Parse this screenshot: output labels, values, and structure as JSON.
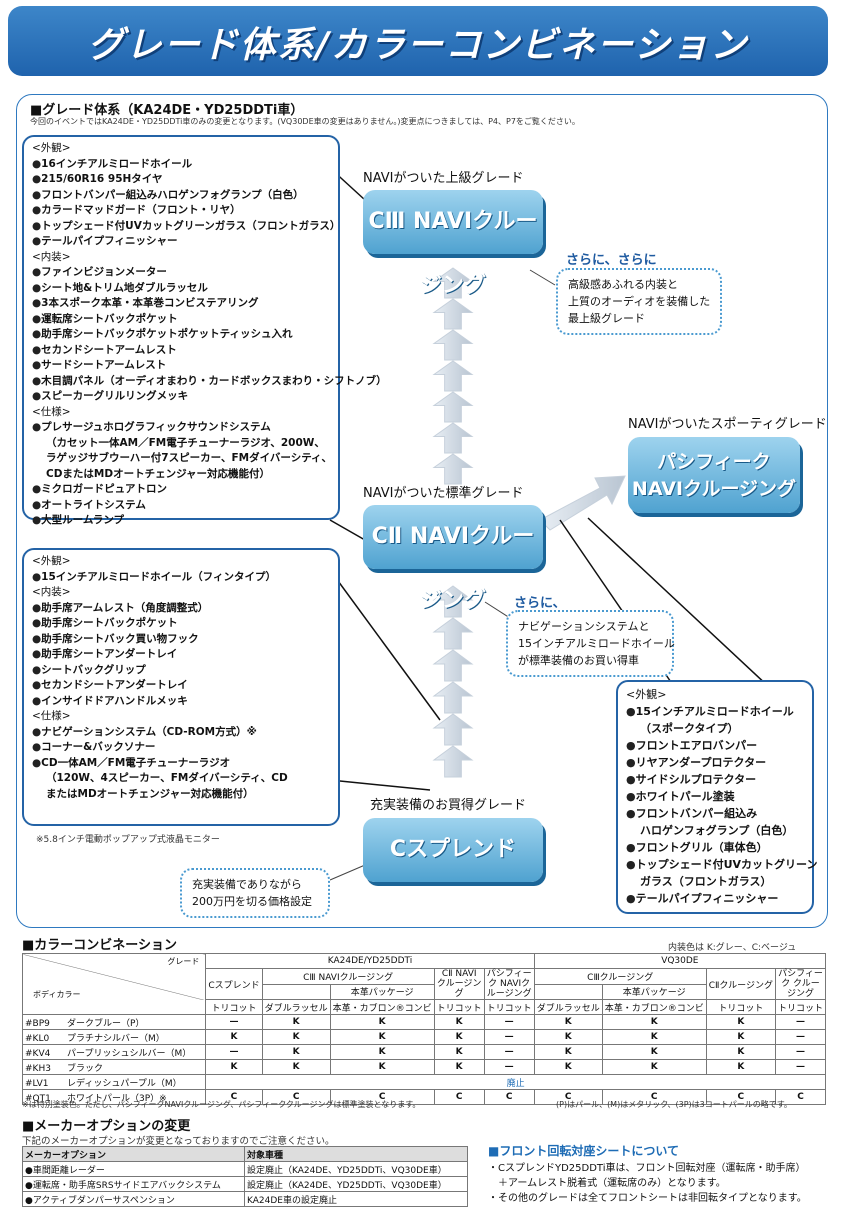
{
  "page_title": "グレード体系/カラーコンビネーション",
  "grade_section": {
    "heading": "■グレード体系（KA24DE・YD25DDTi車）",
    "note": "今回のイベントではKA24DE・YD25DDTi車のみの変更となります。(VQ30DE車の変更はありません。)変更点につきましては、P4、P7をご覧ください。"
  },
  "top_box": [
    "<外観>",
    "16インチアルミロードホイール",
    "215/60R16 95Hタイヤ",
    "フロントバンパー組込みハロゲンフォグランプ（白色）",
    "カラードマッドガード（フロント・リヤ）",
    "トップシェード付UVカットグリーンガラス（フロントガラス）",
    "テールパイプフィニッシャー",
    "<内装>",
    "ファインビジョンメーター",
    "シート地&トリム地ダブルラッセル",
    "3本スポーク本革・本革巻コンビステアリング",
    "運転席シートバックポケット",
    "助手席シートバックポケットポケットティッシュ入れ",
    "セカンドシートアームレスト",
    "サードシートアームレスト",
    "木目調パネル（オーディオまわり・カードボックスまわり・シフトノブ）",
    "スピーカーグリルリングメッキ",
    "<仕様>",
    "プレサージュホログラフィックサウンドシステム",
    "（カセット一体AM／FM電子チューナーラジオ、200W、",
    "ラゲッジサブウーハー付7スピーカー、FMダイバーシティ、",
    "CDまたはMDオートチェンジャー対応機能付）",
    "ミクロガードピュアトロン",
    "オートライトシステム",
    "大型ルームランプ"
  ],
  "mid_box": [
    "<外観>",
    "15インチアルミロードホイール（フィンタイプ）",
    "<内装>",
    "助手席アームレスト（角度調整式）",
    "助手席シートバックポケット",
    "助手席シートバック買い物フック",
    "助手席シートアンダートレイ",
    "シートバックグリップ",
    "セカンドシートアンダートレイ",
    "インサイドドアハンドルメッキ",
    "<仕様>",
    "ナビゲーションシステム（CD-ROM方式）※",
    "コーナー&バックソナー",
    "CD一体AM／FM電子チューナーラジオ",
    "（120W、4スピーカー、FMダイバーシティ、CD",
    "またはMDオートチェンジャー対応機能付）"
  ],
  "mid_box_note": "※5.8インチ電動ポップアップ式液晶モニター",
  "right_box": [
    "<外観>",
    "15インチアルミロードホイール",
    "（スポークタイプ）",
    "フロントエアロバンパー",
    "リヤアンダープロテクター",
    "サイドシルプロテクター",
    "ホワイトパール塗装",
    "フロントバンパー組込み",
    "ハロゲンフォグランプ（白色）",
    "フロントグリル（車体色）",
    "トップシェード付UVカットグリーン",
    "ガラス（フロントガラス）",
    "テールパイプフィニッシャー"
  ],
  "grades": {
    "top": {
      "label": "NAVIがついた上級グレード",
      "name": "CⅢ NAVIクルージング"
    },
    "std": {
      "label": "NAVIがついた標準グレード",
      "name": "CⅡ NAVIクルージング"
    },
    "sporty": {
      "label": "NAVIがついたスポーティグレード",
      "name1": "パシフィーク",
      "name2": "NAVIクルージング"
    },
    "base": {
      "label": "充実装備のお買得グレード",
      "name": "Cスプレンド"
    }
  },
  "bubbles": {
    "top": {
      "title": "さらに、さらに",
      "lines": [
        "高級感あふれる内装と",
        "上質のオーディオを装備した",
        "最上級グレード"
      ]
    },
    "std": {
      "title": "さらに、",
      "lines": [
        "ナビゲーションシステムと",
        "15インチアルミロードホイール",
        "が標準装備のお買い得車"
      ]
    },
    "base": {
      "lines": [
        "充実装備でありながら",
        "200万円を切る価格設定"
      ]
    }
  },
  "color_section": {
    "heading": "■カラーコンビネーション",
    "legend": "内装色は K:グレー、C:ベージュ",
    "grade_hdr": "グレード",
    "body_hdr": "ボディカラー",
    "engines": [
      "KA24DE/YD25DDTi",
      "VQ30DE"
    ],
    "models": [
      "Cスプレンド",
      "CⅢ NAVIクルージング",
      "CⅡ NAVI クルージング",
      "パシフィーク NAVIクルージング",
      "CⅢクルージング",
      "CⅡクルージング",
      "パシフィーク クルージング"
    ],
    "pkg": "本革パッケージ",
    "trims": [
      "トリコット",
      "ダブルラッセル",
      "本革・カブロン®コンビ",
      "トリコット",
      "トリコット",
      "ダブルラッセル",
      "本革・カブロン®コンビ",
      "トリコット",
      "トリコット"
    ],
    "rows": [
      {
        "code": "#BP9",
        "name": "ダークブルー（P）",
        "v": [
          "—",
          "K",
          "K",
          "K",
          "—",
          "K",
          "K",
          "K",
          "—"
        ]
      },
      {
        "code": "#KL0",
        "name": "プラチナシルバー（M）",
        "v": [
          "K",
          "K",
          "K",
          "K",
          "—",
          "K",
          "K",
          "K",
          "—"
        ]
      },
      {
        "code": "#KV4",
        "name": "パープリッシュシルバー（M）",
        "v": [
          "—",
          "K",
          "K",
          "K",
          "—",
          "K",
          "K",
          "K",
          "—"
        ]
      },
      {
        "code": "#KH3",
        "name": "ブラック",
        "v": [
          "K",
          "K",
          "K",
          "K",
          "—",
          "K",
          "K",
          "K",
          "—"
        ]
      },
      {
        "code": "#LV1",
        "name": "レディッシュパープル（M）",
        "abolished": "廃止"
      },
      {
        "code": "#QT1",
        "name": "ホワイトパール（3P）※",
        "v": [
          "C",
          "C",
          "C",
          "C",
          "C",
          "C",
          "C",
          "C",
          "C"
        ]
      }
    ],
    "foot_left": "※は特別塗装色。ただし、パシフィークNAVIクルージング、パシフィーククルージングは標準塗装となります。",
    "foot_right": "(P)はパール、(M)はメタリック、(3P)は3コートパールの略です。"
  },
  "option_section": {
    "heading": "■メーカーオプションの変更",
    "intro": "下記のメーカーオプションが変更となっておりますのでご注意ください。",
    "col1": "メーカーオプション",
    "col2": "対象車種",
    "rows": [
      {
        "opt": "●車間距離レーダー",
        "target": "設定廃止（KA24DE、YD25DDTi、VQ30DE車）"
      },
      {
        "opt": "●運転席・助手席SRSサイドエアバックシステム",
        "target": "設定廃止（KA24DE、YD25DDTi、VQ30DE車）"
      },
      {
        "opt": "●アクティブダンパーサスペンション",
        "target": "KA24DE車の設定廃止"
      }
    ]
  },
  "seat_section": {
    "heading": "■フロント回転対座シートについて",
    "lines": [
      "・CスプレンドYD25DDTi車は、フロント回転対座（運転席・助手席）",
      "　＋アームレスト脱着式（運転席のみ）となります。",
      "・その他のグレードは全てフロントシートは非回転タイプとなります。"
    ]
  }
}
